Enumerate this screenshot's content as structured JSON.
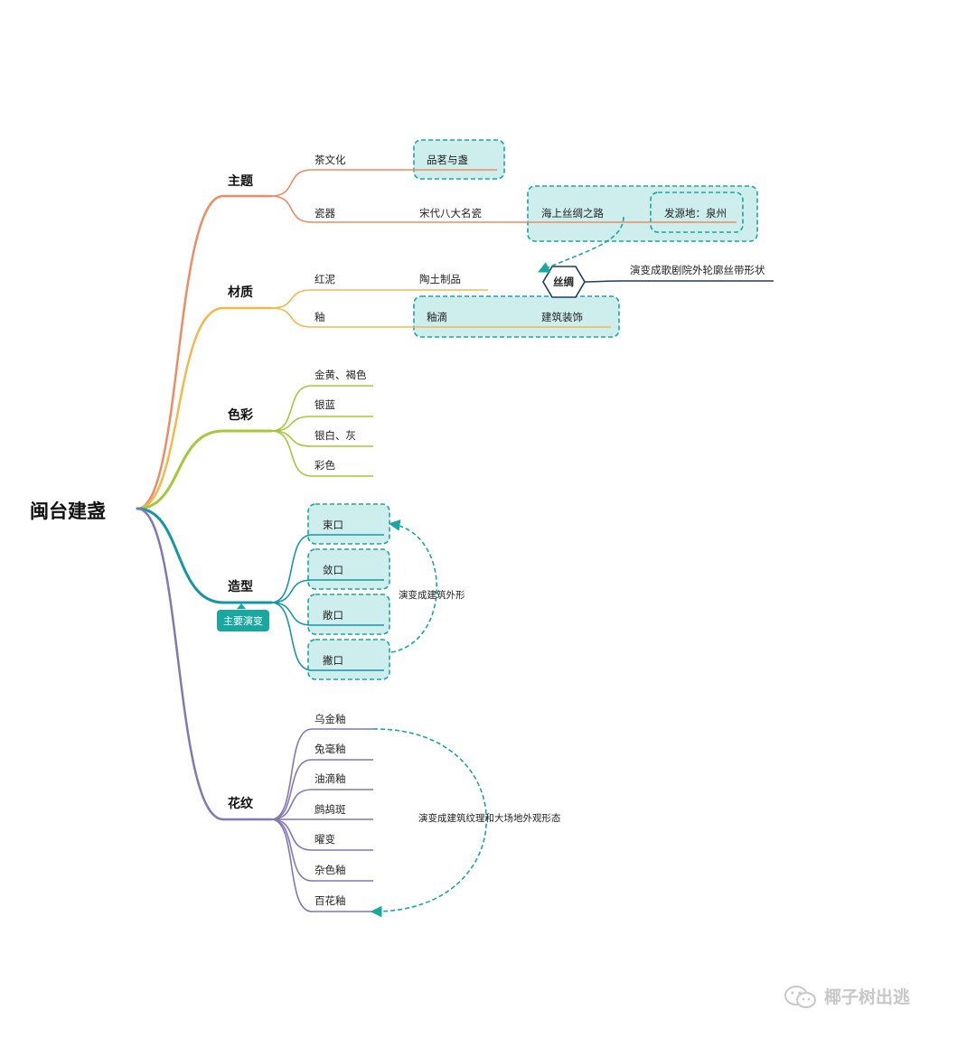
{
  "root": "闽台建盏",
  "branches": {
    "theme": {
      "label": "主题",
      "color": "#ef8a62",
      "leaves": [
        "茶文化",
        "瓷器"
      ],
      "extra": {
        "tea_box": "品茗与盏",
        "song": "宋代八大名瓷",
        "silk_road": "海上丝绸之路",
        "origin": "发源地：泉州"
      }
    },
    "material": {
      "label": "材质",
      "color": "#f4b84a",
      "leaves": [
        "红泥",
        "釉"
      ],
      "extra": {
        "pottery": "陶土制品",
        "glaze_drip": "釉滴",
        "arch_deco": "建筑装饰",
        "silk_hex": "丝绸",
        "opera": "演变成歌剧院外轮廓丝带形状"
      }
    },
    "color": {
      "label": "色彩",
      "color": "#a4c83a",
      "leaves": [
        "金黄、褐色",
        "银蓝",
        "银白、灰",
        "彩色"
      ]
    },
    "shape": {
      "label": "造型",
      "color": "#1596a8",
      "leaves": [
        "束口",
        "敛口",
        "敞口",
        "撇口"
      ],
      "badge": "主要演变",
      "note": "演变成建筑外形"
    },
    "pattern": {
      "label": "花纹",
      "color": "#8477b5",
      "leaves": [
        "乌金釉",
        "兔毫釉",
        "油滴釉",
        "鹧鸪斑",
        "曜变",
        "杂色釉",
        "百花釉"
      ],
      "note": "演变成建筑纹理和大场地外观形态"
    }
  },
  "colors": {
    "dash": "#19a8a0",
    "box_fill": "#cdeeed",
    "dark_line": "#1e3e56"
  },
  "watermark": "椰子树出逃"
}
